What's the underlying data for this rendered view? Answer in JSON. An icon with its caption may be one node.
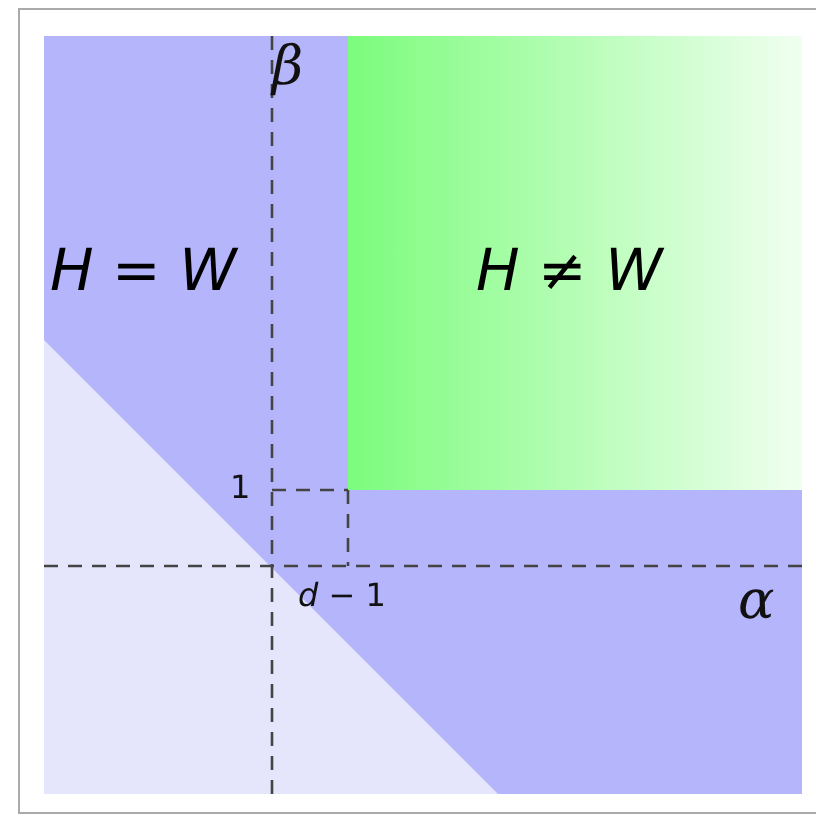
{
  "diagram": {
    "nodes": [
      {
        "text": [
          "*H* = *W*"
        ]
      },
      {
        "text": [
          "*H* ≠ *W*"
        ],
        "in": 0
      }
    ],
    "labels": [
      "β",
      "1",
      "α",
      "*d* − 1"
    ]
  }
}
